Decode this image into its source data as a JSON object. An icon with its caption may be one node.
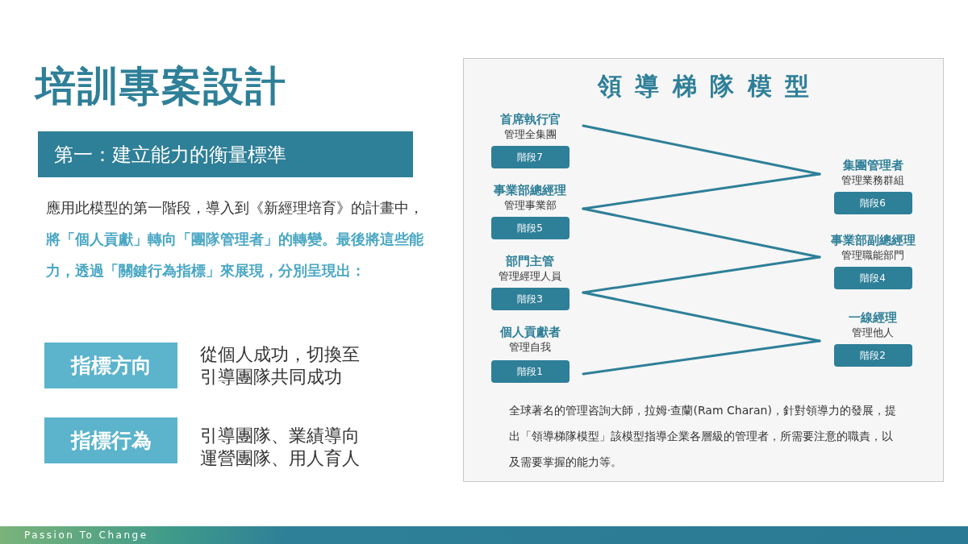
{
  "diagram": {
    "title": "培訓專案設計",
    "nodes": [
      {
        "text": [
          "第一：建立能力的衡量標準"
        ]
      },
      {
        "text": [
          "指標方向"
        ],
        "beside": [
          "從個人成功，切換至引導團隊共同成功"
        ]
      },
      {
        "text": [
          "指標行為"
        ],
        "beside": [
          "引導團隊、業績導向運營團隊、用人育人"
        ]
      },
      {
        "text": [
          "領導梯隊模型",
          "全球著名的管理咨詢大師，拉姆·查蘭(Ram Charan)，針對領導力的發展，提出「領導梯隊模型」該模型指導企業各層級的管理者，所需要注意的職責，以及需要掌握的能力等。"
        ]
      },
      {
        "text": [
          "首席執行官",
          "管理全集團"
        ],
        "in": 3
      },
      {
        "text": [
          "階段7"
        ],
        "in": 4
      },
      {
        "text": [
          "集團管理者",
          "管理業務群組"
        ],
        "in": 3
      },
      {
        "text": [
          "階段6"
        ],
        "in": 6
      },
      {
        "text": [
          "事業部總經理",
          "管理事業部"
        ],
        "in": 3
      },
      {
        "text": [
          "階段5"
        ],
        "in": 8
      },
      {
        "text": [
          "事業部副總經理",
          "管理職能部門"
        ],
        "in": 3
      },
      {
        "text": [
          "階段4"
        ],
        "in": 10
      },
      {
        "text": [
          "部門主管",
          "管理經理人員"
        ],
        "in": 3
      },
      {
        "text": [
          "階段3"
        ],
        "in": 12
      },
      {
        "text": [
          "一線經理",
          "管理他人"
        ],
        "in": 3
      },
      {
        "text": [
          "階段2"
        ],
        "in": 14
      },
      {
        "text": [
          "個人貢獻者",
          "管理自我"
        ],
        "in": 3
      },
      {
        "text": [
          "階段1"
        ],
        "in": 16
      }
    ],
    "edges": [
      {
        "from": 4,
        "to": 6,
        "arrow": "none"
      },
      {
        "from": 6,
        "to": 8,
        "arrow": "none"
      },
      {
        "from": 8,
        "to": 10,
        "arrow": "none"
      },
      {
        "from": 10,
        "to": 12,
        "arrow": "none"
      },
      {
        "from": 12,
        "to": 14,
        "arrow": "none"
      },
      {
        "from": 14,
        "to": 16,
        "arrow": "none"
      }
    ],
    "labels": [
      "應用此模型的第一階段，導入到《新經理培育》的計畫中，**將「個人貢獻」轉向「團隊管理者」的轉變。最後將這些能力，透過「關鍵行為指標」來展現，分別呈現出：**",
      "Passion To Change"
    ]
  }
}
